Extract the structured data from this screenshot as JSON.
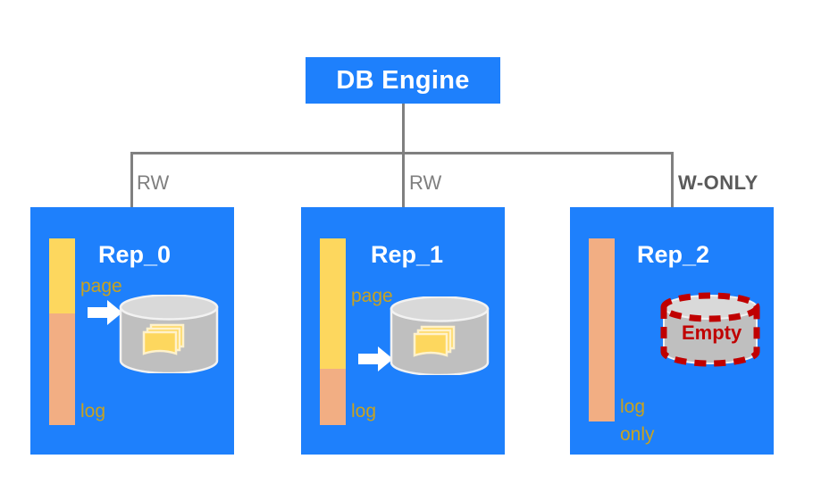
{
  "diagram": {
    "title": "DB Engine replication topology",
    "engine": {
      "label": "DB Engine"
    },
    "colors": {
      "panel_blue": "#1E80FC",
      "page_yellow": "#FDD75E",
      "log_salmon": "#F2AE83",
      "cylinder_gray": "#BFBFBF",
      "empty_red": "#C00000",
      "connector_gray": "#808080",
      "caption_gold": "#C8A21F"
    },
    "edges": [
      {
        "label": "RW",
        "emphasis": "normal",
        "target": "Rep_0"
      },
      {
        "label": "RW",
        "emphasis": "normal",
        "target": "Rep_1"
      },
      {
        "label": "W-ONLY",
        "emphasis": "strong",
        "target": "Rep_2"
      }
    ],
    "replicas": [
      {
        "id": "rep-0",
        "title": "Rep_0",
        "bar": {
          "page_pct": 40,
          "log_pct": 60
        },
        "captions": {
          "page": "page",
          "log": "log"
        },
        "has_arrow": true,
        "storage": {
          "kind": "pages",
          "empty_label": ""
        }
      },
      {
        "id": "rep-1",
        "title": "Rep_1",
        "bar": {
          "page_pct": 70,
          "log_pct": 30
        },
        "captions": {
          "page": "page",
          "log": "log"
        },
        "has_arrow": true,
        "storage": {
          "kind": "pages",
          "empty_label": ""
        }
      },
      {
        "id": "rep-2",
        "title": "Rep_2",
        "bar": {
          "page_pct": 0,
          "log_pct": 100
        },
        "captions": {
          "page": "",
          "log": "log",
          "log2": "only"
        },
        "has_arrow": false,
        "storage": {
          "kind": "empty",
          "empty_label": "Empty"
        }
      }
    ]
  }
}
